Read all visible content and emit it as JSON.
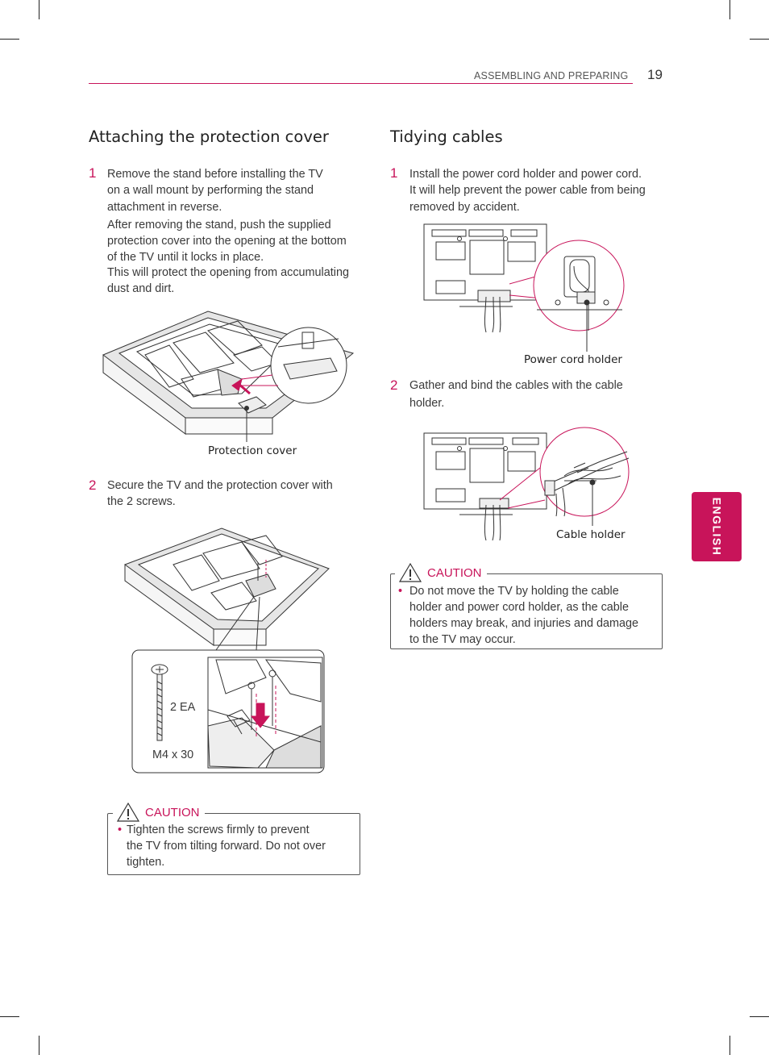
{
  "header": {
    "section_title": "ASSEMBLING AND PREPARING",
    "page_number": "19",
    "side_tab": "ENGLISH"
  },
  "colors": {
    "accent": "#c8145a",
    "text": "#3a3a3a"
  },
  "left": {
    "title": "Attaching the protection cover",
    "step1": {
      "num": "1",
      "lines": [
        "Remove the stand before installing the TV",
        "on a wall mount by performing the stand",
        "attachment in reverse.",
        "After removing the stand, push the supplied",
        "protection cover into the opening at the bottom",
        "of the TV until it locks in place.",
        "This will protect the opening from accumulating",
        "dust and dirt."
      ]
    },
    "figure1_label": "Protection cover",
    "step2": {
      "num": "2",
      "lines": [
        "Secure the TV and the protection cover with",
        "the 2 screws."
      ]
    },
    "screw_qty": "2 EA",
    "screw_size": "M4 x 30",
    "caution": {
      "title": "CAUTION",
      "bullet": "•",
      "lines": [
        "Tighten the screws firmly to prevent",
        "the TV from tilting forward. Do not over",
        "tighten."
      ]
    }
  },
  "right": {
    "title": "Tidying cables",
    "step1": {
      "num": "1",
      "lines": [
        "Install the power cord holder and power cord.",
        "It will help prevent the power cable from being",
        "removed by accident."
      ]
    },
    "figure1_label": "Power cord holder",
    "step2": {
      "num": "2",
      "lines": [
        "Gather and bind the cables with the cable",
        "holder."
      ]
    },
    "figure2_label": "Cable holder",
    "caution": {
      "title": "CAUTION",
      "bullet": "•",
      "lines": [
        "Do not move the TV by holding the cable",
        "holder and power cord holder, as the cable",
        "holders may break, and injuries and damage",
        "to the TV may occur."
      ]
    }
  }
}
